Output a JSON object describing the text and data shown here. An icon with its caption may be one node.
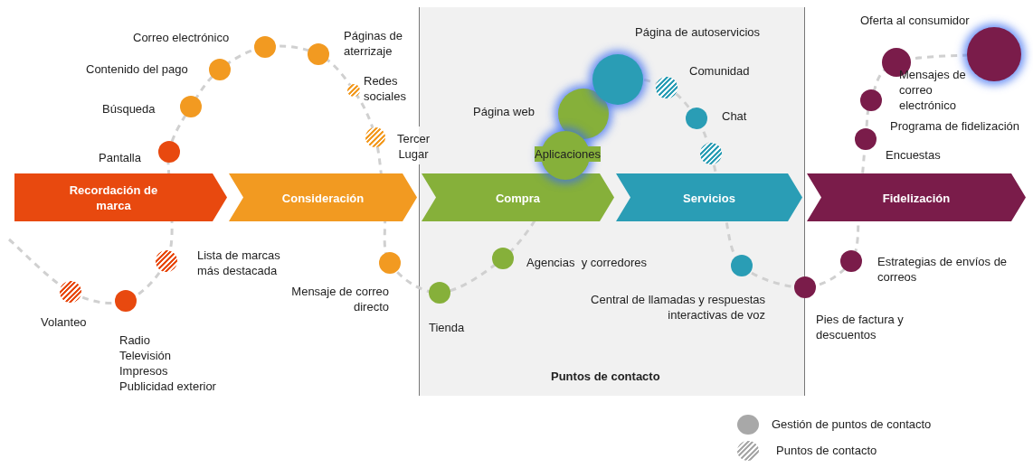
{
  "diagram": {
    "nodes": [
      {
        "text": [
          "Puntos de contacto"
        ]
      },
      {
        "text": [
          "Recordación de marca"
        ]
      },
      {
        "text": [
          "Consideración"
        ]
      },
      {
        "text": [
          "Compra"
        ],
        "in": 0
      },
      {
        "text": [
          "Servicios"
        ],
        "in": 0
      },
      {
        "text": [
          "Fidelización"
        ]
      },
      {
        "text": [],
        "shape": "circle",
        "beside": [
          "Pantalla"
        ]
      },
      {
        "text": [],
        "shape": "circle",
        "beside": [
          "Lista de marcas más destacada"
        ]
      },
      {
        "text": [],
        "shape": "circle",
        "beside": [
          "Volanteo"
        ]
      },
      {
        "text": [],
        "shape": "circle",
        "beside": [
          "Radio",
          "Televisión",
          "Impresos",
          "Publicidad exterior"
        ]
      },
      {
        "text": [],
        "shape": "circle",
        "beside": [
          "Búsqueda"
        ]
      },
      {
        "text": [],
        "shape": "circle",
        "beside": [
          "Contenido del pago"
        ]
      },
      {
        "text": [],
        "shape": "circle",
        "beside": [
          "Correo electrónico"
        ]
      },
      {
        "text": [],
        "shape": "circle",
        "beside": [
          "Páginas de aterrizaje"
        ]
      },
      {
        "text": [],
        "shape": "circle",
        "beside": [
          "Redes sociales"
        ]
      },
      {
        "text": [],
        "shape": "circle",
        "beside": [
          "Tercer Lugar"
        ]
      },
      {
        "text": [],
        "shape": "circle",
        "beside": [
          "Mensaje de correo directo"
        ]
      },
      {
        "text": [],
        "shape": "circle",
        "beside": [
          "Página web"
        ],
        "in": 0
      },
      {
        "text": [
          "Aplicaciones"
        ],
        "in": 0
      },
      {
        "text": [],
        "shape": "circle",
        "beside": [
          "Agencias  y corredores"
        ],
        "in": 0
      },
      {
        "text": [],
        "shape": "circle",
        "beside": [
          "Tienda"
        ],
        "in": 0
      },
      {
        "text": [],
        "shape": "circle",
        "beside": [
          "Página de autoservicios"
        ],
        "in": 0
      },
      {
        "text": [],
        "shape": "circle",
        "beside": [
          "Comunidad"
        ],
        "in": 0
      },
      {
        "text": [],
        "shape": "circle",
        "beside": [
          "Chat"
        ],
        "in": 0
      },
      {
        "text": [],
        "shape": "circle",
        "in": 0
      },
      {
        "text": [],
        "shape": "circle",
        "beside": [
          "Central de llamadas y respuestas interactivas de voz"
        ],
        "in": 0
      },
      {
        "text": [],
        "shape": "circle",
        "beside": [
          "Oferta al consumidor"
        ]
      },
      {
        "text": [],
        "shape": "circle",
        "beside": [
          "Mensajes de correo electrónico"
        ]
      },
      {
        "text": [],
        "shape": "circle",
        "beside": [
          "Programa de fidelización"
        ]
      },
      {
        "text": [],
        "shape": "circle",
        "beside": [
          "Encuestas"
        ]
      },
      {
        "text": [],
        "shape": "circle",
        "beside": [
          "Estrategias de envíos de correos"
        ]
      },
      {
        "text": [],
        "shape": "circle",
        "beside": [
          "Pies de factura y descuentos"
        ]
      }
    ],
    "legend": [
      {
        "text": "Gestión de puntos de contacto"
      },
      {
        "text": "Puntos de contacto"
      }
    ]
  }
}
